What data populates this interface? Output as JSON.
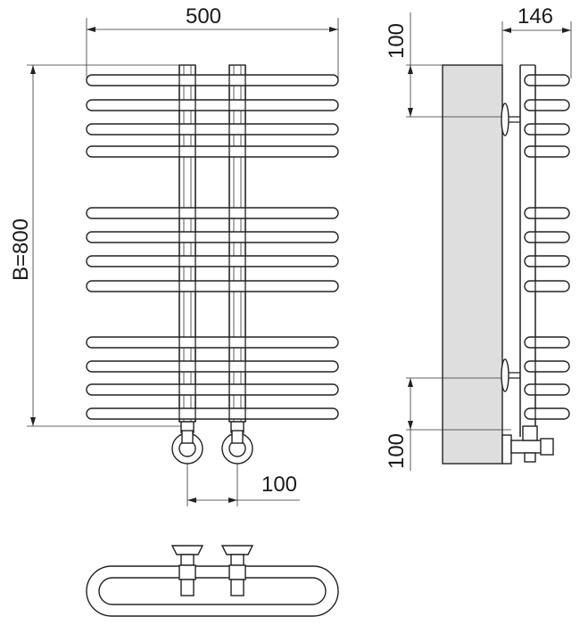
{
  "dimensions": {
    "front_width": "500",
    "front_height": "B=800",
    "connection_spacing": "100",
    "side_depth": "146",
    "side_top_offset": "100",
    "side_bottom_offset": "100"
  }
}
